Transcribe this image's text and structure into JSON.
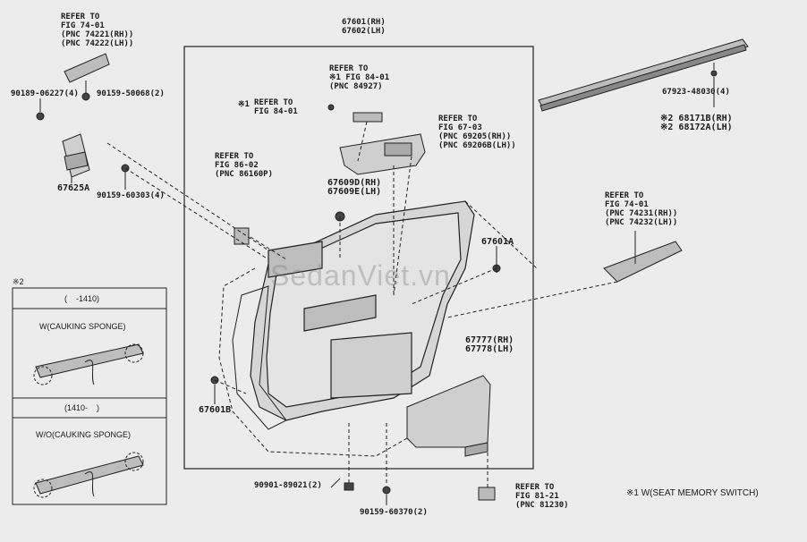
{
  "labels": {
    "ref_74_01_top": "REFER TO\nFIG 74-01\n(PNC 74221(RH))\n(PNC 74222(LH))",
    "pn_90189": "90189-06227(4)",
    "pn_90159_50068": "90159-50068(2)",
    "pn_67625a": "67625A",
    "pn_90159_60303": "90159-60303(4)",
    "pn_67601_67602": "67601(RH)\n67602(LH)",
    "ref_84_01_pnc": "REFER TO\n※1 FIG 84-01\n(PNC 84927)",
    "ref_84_01_short": "REFER TO\nFIG 84-01",
    "mark_1_short": "※1",
    "ref_67_03": "REFER TO\nFIG 67-03\n(PNC 69205(RH))\n(PNC 69206B(LH))",
    "ref_86_02": "REFER TO\nFIG 86-02\n(PNC 86160P)",
    "pn_67609": "67609D(RH)\n67609E(LH)",
    "pn_67601a": "67601A",
    "pn_67923": "67923-48030(4)",
    "pn_68171": "※2 68171B(RH)\n※2 68172A(LH)",
    "ref_74_01_right": "REFER TO\nFIG 74-01\n(PNC 74231(RH))\n(PNC 74232(LH))",
    "pn_67777": "67777(RH)\n67778(LH)",
    "pn_67601b": "67601B",
    "pn_90901": "90901-89021(2)",
    "pn_90159_60370": "90159-60370(2)",
    "ref_81_21": "REFER TO\nFIG 81-21\n(PNC 81230)",
    "note_1": "※1 W(SEAT MEMORY SWITCH)",
    "watermark": "SedanViet.vn"
  },
  "inset": {
    "mark": "※2",
    "range_1": "(    -1410)",
    "with_label": "W(CAUKING SPONGE)",
    "range_2": "(1410-    )",
    "without_label": "W/O(CAUKING SPONGE)"
  }
}
